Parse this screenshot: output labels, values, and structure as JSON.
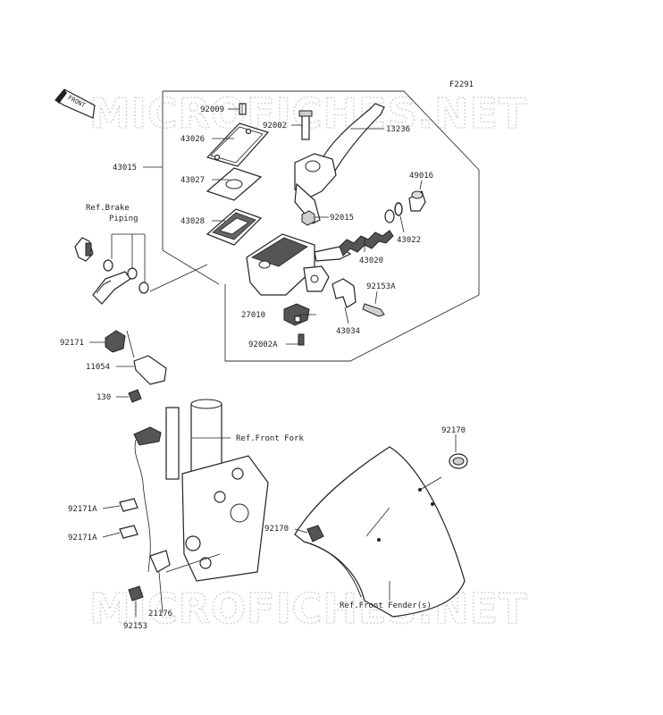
{
  "figure_code": "F2291",
  "watermark": "MICROFICHES.NET",
  "front_marker": "FRONT",
  "part_labels": {
    "p92009": "92009",
    "p92002": "92002",
    "p13236": "13236",
    "p43026": "43026",
    "p43015": "43015",
    "p43027": "43027",
    "p49016": "49016",
    "p43028": "43028",
    "p92015": "92015",
    "p43022": "43022",
    "p43020": "43020",
    "p92153A": "92153A",
    "p27010": "27010",
    "p43034": "43034",
    "p92002A": "92002A",
    "p92171": "92171",
    "p11054": "11054",
    "p130": "130",
    "p92170a": "92170",
    "p92170b": "92170",
    "p92171A_1": "92171A",
    "p92171A_2": "92171A",
    "p21176": "21176",
    "p92153": "92153"
  },
  "references": {
    "brake_piping_line1": "Ref.Brake",
    "brake_piping_line2": "Piping",
    "front_fork": "Ref.Front Fork",
    "front_fender": "Ref.Front Fender(s)"
  }
}
